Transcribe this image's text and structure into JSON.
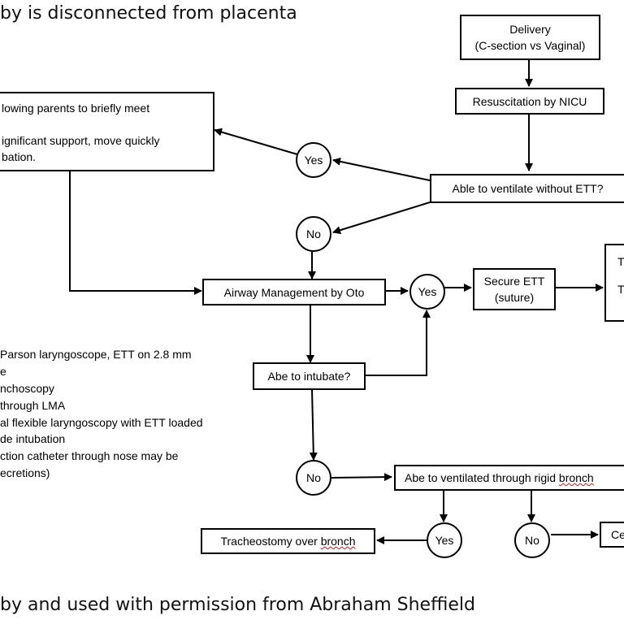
{
  "page": {
    "title_fragment": "by is disconnected from placenta",
    "footer_fragment": "by and used with permission from Abraham Sheffield"
  },
  "flowchart": {
    "delivery": "Delivery\n(C-section vs Vaginal)",
    "resuscitation": "Resuscitation by NICU",
    "ventilate_q": "Able to ventilate without ETT?",
    "parents_box": "lowing parents to briefly meet\n\nignificant support, move quickly\nbation.",
    "yes_1": "Yes",
    "no_1": "No",
    "airway": "Airway Management by Oto",
    "yes_2": "Yes",
    "secure_ett": "Secure ETT\n(suture)",
    "right_cut_1": "Tr",
    "right_cut_2": "T",
    "intubate_q": "Abe to intubate?",
    "no_2": "No",
    "rigid_bronch_q_prefix": "Abe to ventilated through rigid ",
    "rigid_bronch_q_word": "bronch",
    "yes_3": "Yes",
    "no_3": "No",
    "trach_prefix": "Tracheostomy over ",
    "trach_word": "bronch",
    "ce_cut": "Ce"
  },
  "options_list": [
    "Parson laryngoscope, ETT on 2.8 mm",
    "e",
    "nchoscopy",
    "through LMA",
    "al flexible laryngoscopy with ETT loaded",
    "de intubation",
    "ction catheter through nose may be",
    "ecretions)"
  ]
}
